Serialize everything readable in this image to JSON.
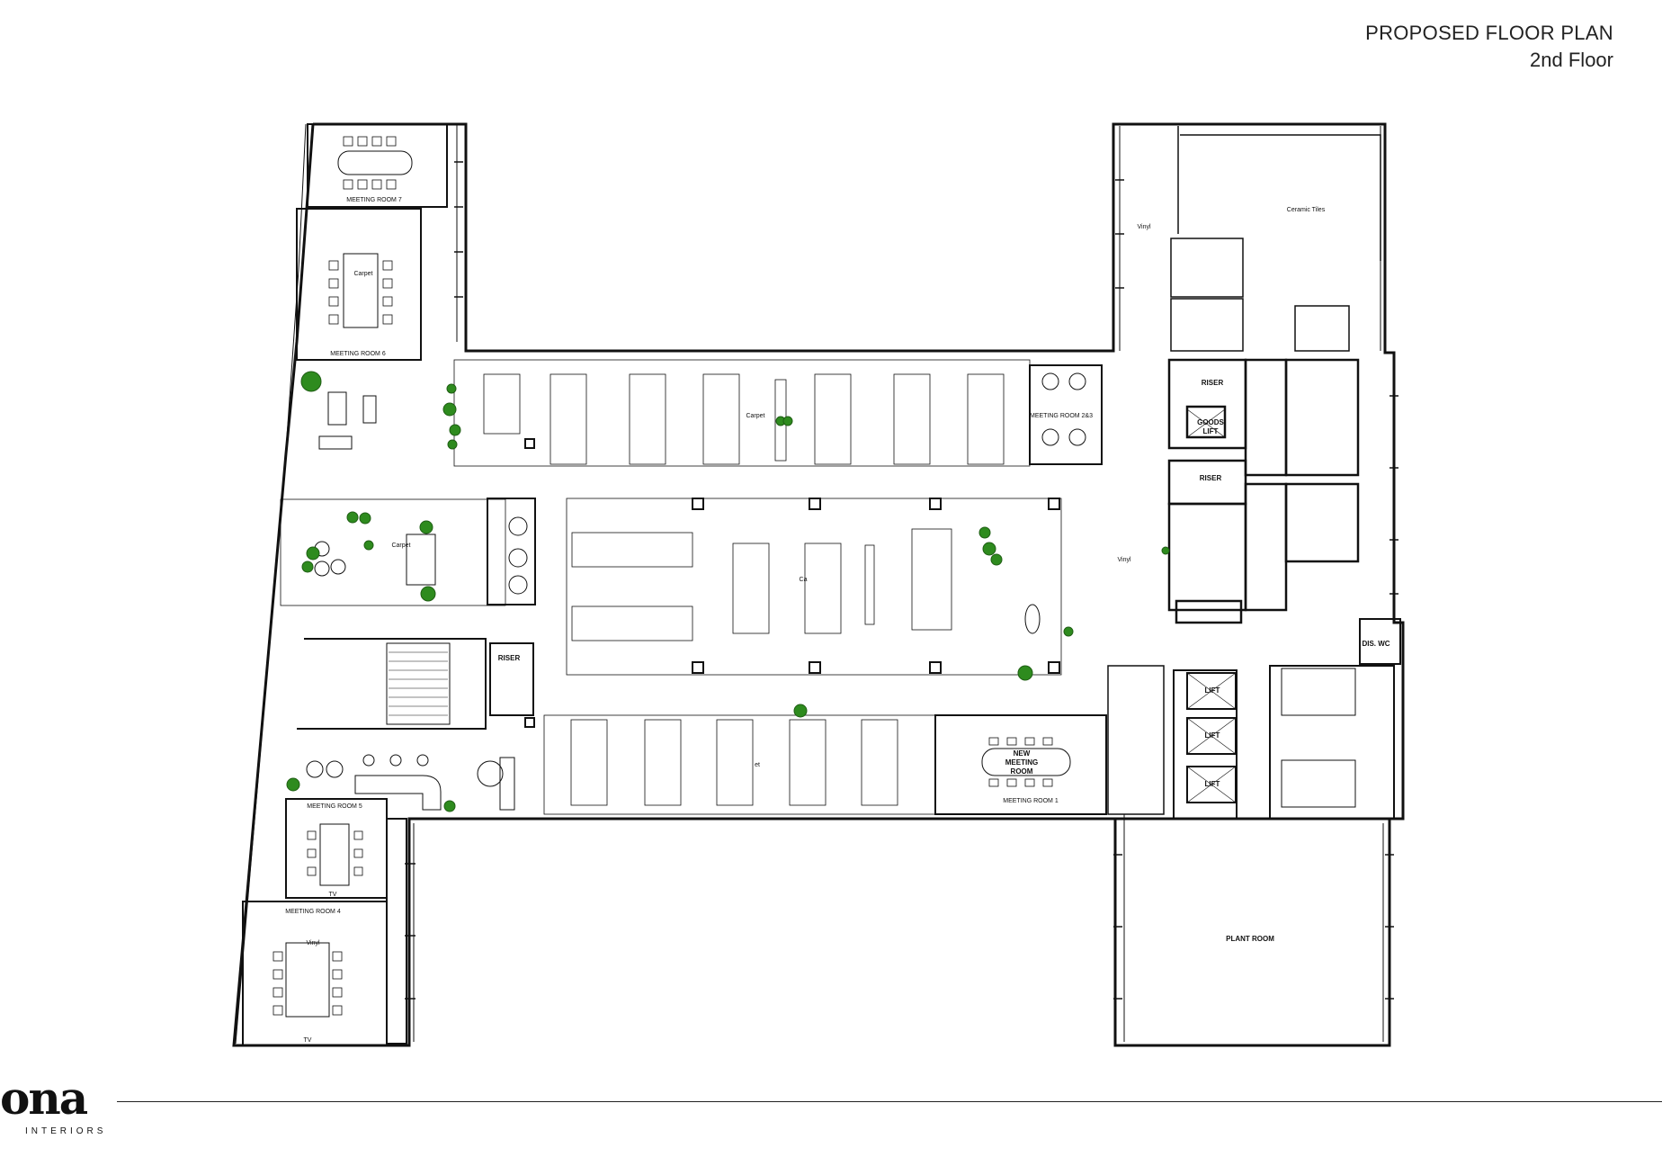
{
  "header": {
    "title": "PROPOSED FLOOR PLAN",
    "subtitle": "2nd Floor"
  },
  "logo": {
    "main": "ona",
    "sub": "INTERIORS"
  },
  "rooms": {
    "meeting_room_7": "MEETING ROOM 7",
    "meeting_room_6": "MEETING ROOM 6",
    "meeting_room_5": "MEETING ROOM 5",
    "meeting_room_4": "MEETING ROOM 4",
    "meeting_room_2": "MEETING ROOM 2&3",
    "meeting_room_1": "MEETING ROOM 1",
    "new_meeting_room": [
      "NEW",
      "MEETING",
      "ROOM"
    ],
    "riser_left": "RISER",
    "riser_top": "RISER",
    "riser_mid": "RISER",
    "goods_lift": [
      "GOODS",
      "LIFT"
    ],
    "lift": "LIFT",
    "dis_wc": "DIS. WC",
    "plant_room": "PLANT ROOM"
  },
  "materials": {
    "carpet_top": "Carpet",
    "carpet_mr6": "Carpet",
    "carpet_mid": "Carpet",
    "carpet_center": "Ca",
    "carpet_bottom": "et",
    "vinyl_top": "Vinyl",
    "vinyl_right": "Vinyl",
    "vinyl_mr4": "Vinyl",
    "ceramic": "Ceramic Tiles",
    "tv": "TV"
  },
  "colors": {
    "line": "#111111",
    "plant": "#2e8b1e",
    "plant_dark": "#1f5e14"
  }
}
